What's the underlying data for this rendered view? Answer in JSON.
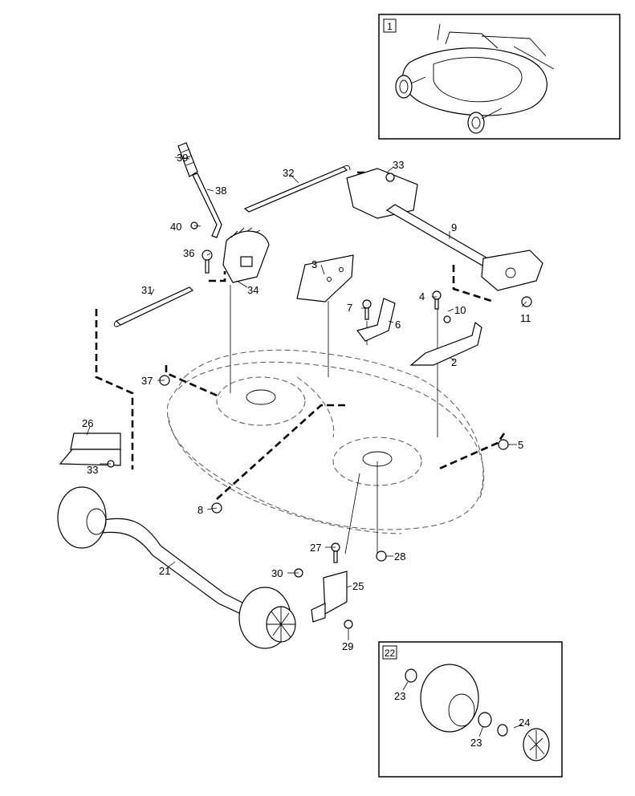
{
  "callouts": {
    "c1": "1",
    "c2": "2",
    "c3": "3",
    "c4": "4",
    "c5": "5",
    "c6": "6",
    "c7": "7",
    "c8": "8",
    "c9": "9",
    "c10": "10",
    "c11": "11",
    "c21": "21",
    "c22": "22",
    "c23a": "23",
    "c23b": "23",
    "c24": "24",
    "c25": "25",
    "c26": "26",
    "c27": "27",
    "c28": "28",
    "c29": "29",
    "c30": "30",
    "c31": "31",
    "c32": "32",
    "c33a": "33",
    "c33b": "33",
    "c34": "34",
    "c36": "36",
    "c37": "37",
    "c38": "38",
    "c39": "39",
    "c40": "40"
  }
}
